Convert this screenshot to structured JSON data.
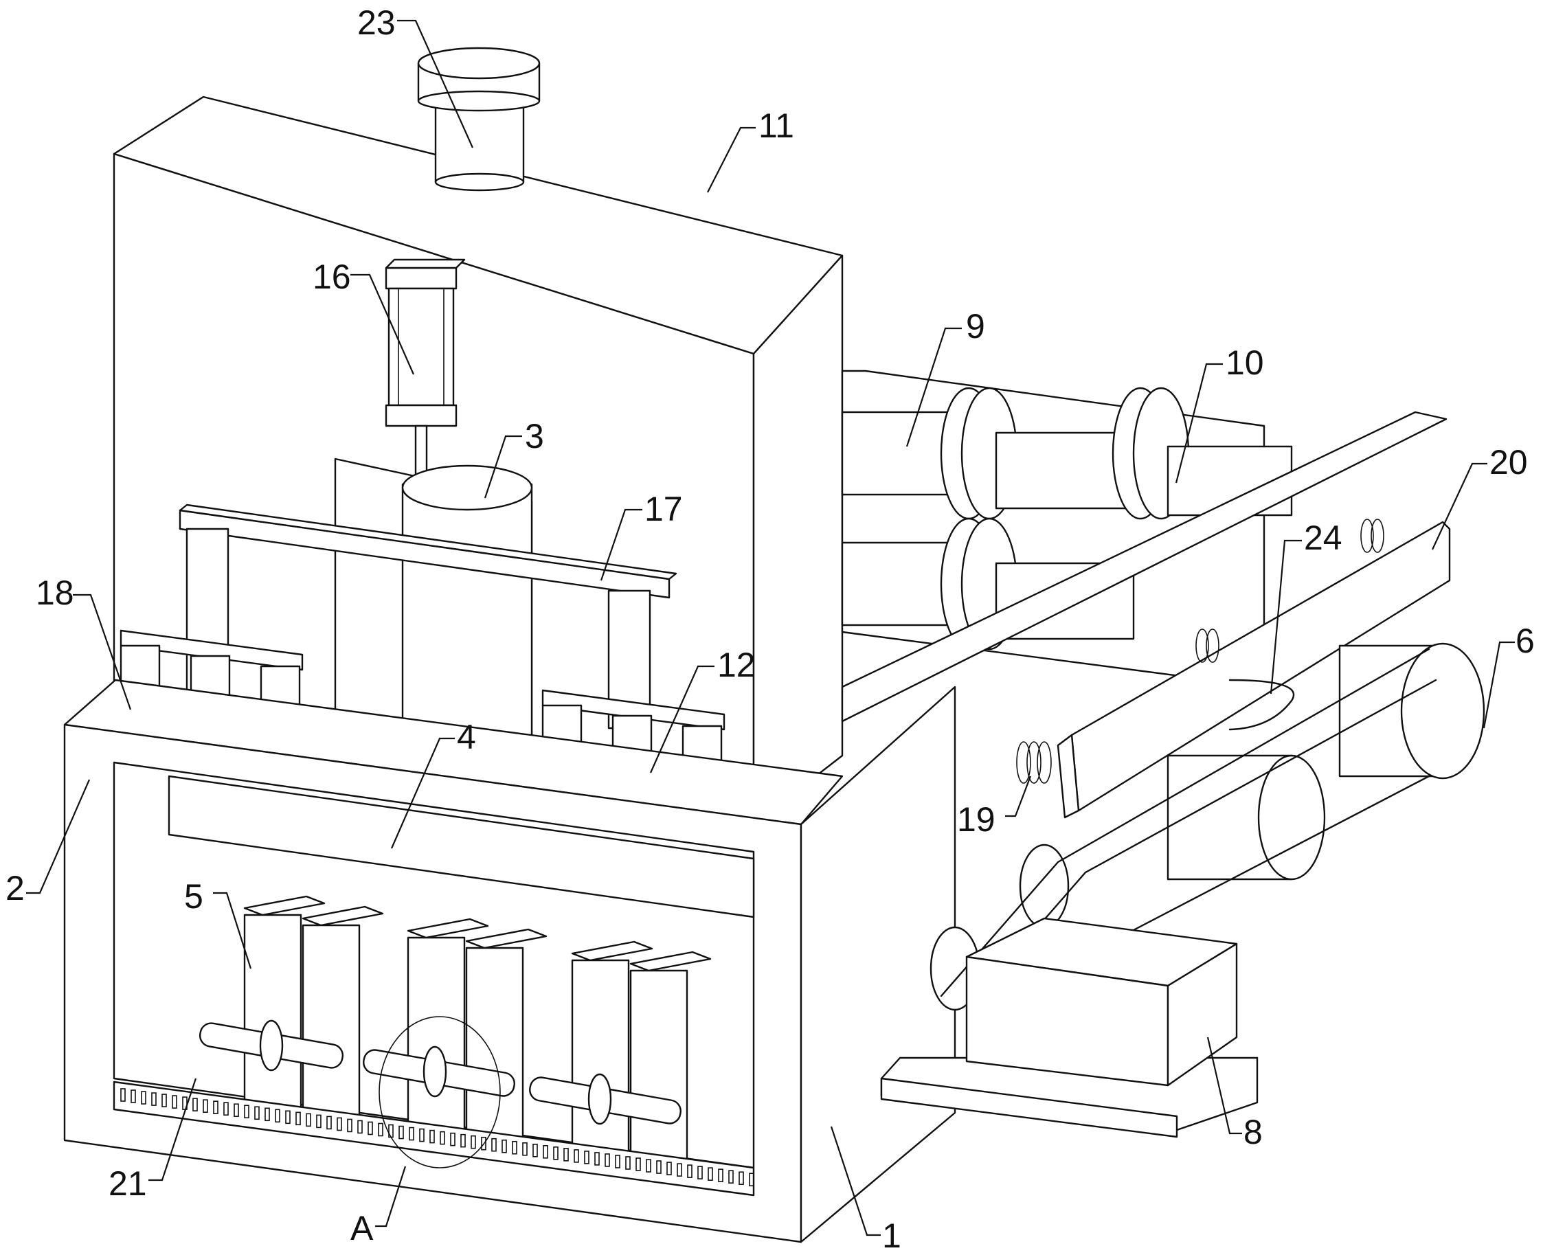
{
  "figure": {
    "type": "patent-mechanical-drawing",
    "line_color": "#111111",
    "background": "#ffffff"
  },
  "labels": {
    "l23": "23",
    "l11": "11",
    "l16": "16",
    "l3": "3",
    "l9": "9",
    "l10": "10",
    "l20": "20",
    "l24": "24",
    "l17": "17",
    "l18": "18",
    "l12": "12",
    "l6": "6",
    "l4": "4",
    "l19": "19",
    "l2": "2",
    "l5": "5",
    "l8": "8",
    "l21": "21",
    "lA": "A",
    "l1": "1"
  }
}
